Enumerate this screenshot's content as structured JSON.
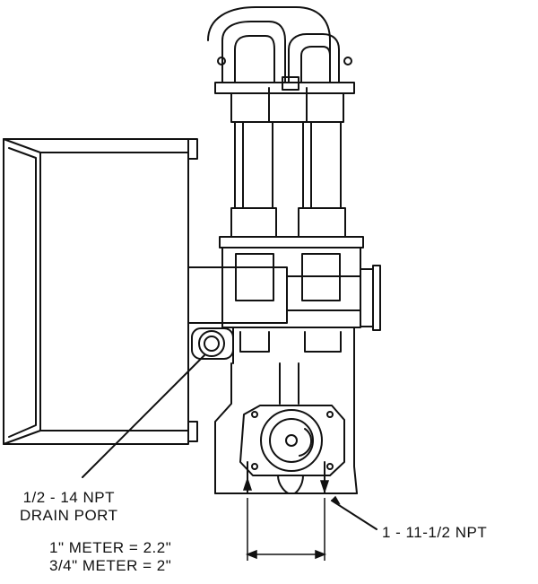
{
  "labels": {
    "drain_port": {
      "line1": "1/2 - 14 NPT",
      "line2": "DRAIN PORT"
    },
    "inlet_outlet": "1 - 11-1/2 NPT",
    "meter_spacing": {
      "line1": "1\" METER = 2.2\"",
      "line2": "3/4\" METER = 2\""
    }
  },
  "colors": {
    "line": "#111111",
    "background": "#ffffff"
  }
}
